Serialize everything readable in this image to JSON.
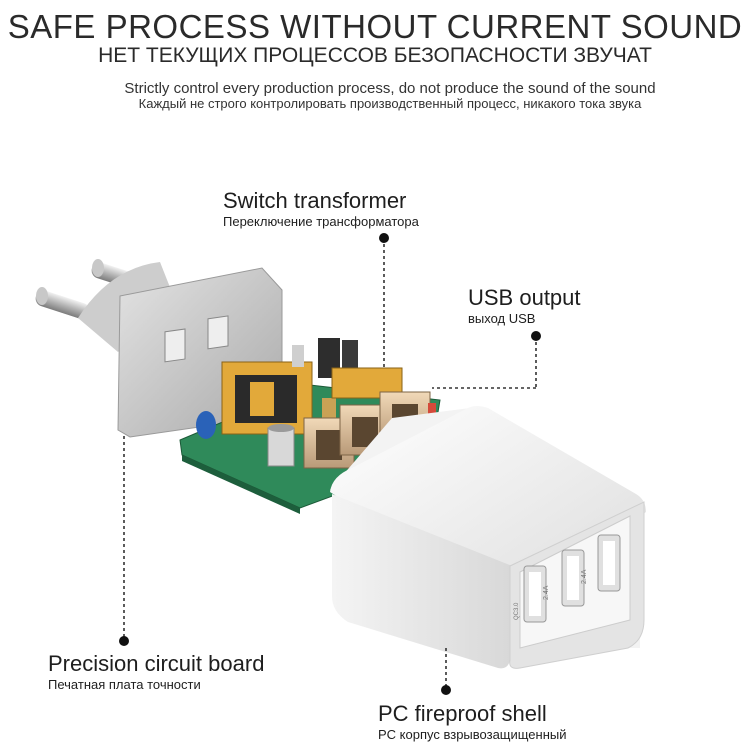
{
  "header": {
    "title": "SAFE PROCESS WITHOUT CURRENT SOUND",
    "title_ru": "НЕТ ТЕКУЩИХ ПРОЦЕССОВ БЕЗОПАСНОСТИ ЗВУЧАТ",
    "subtitle": "Strictly control every production process, do not produce the sound of the sound",
    "subtitle_ru": "Каждый не строго контролировать производственный процесс, никакого тока звука"
  },
  "callouts": {
    "switch_transformer": {
      "en": "Switch transformer",
      "ru": "Переключение трансформатора"
    },
    "usb_output": {
      "en": "USB output",
      "ru": "выход USB"
    },
    "circuit_board": {
      "en": "Precision circuit board",
      "ru": "Печатная плата точности"
    },
    "fireproof_shell": {
      "en": "PC fireproof shell",
      "ru": "PC корпус взрывозащищенный"
    }
  },
  "product": {
    "port_labels": [
      "QC3.0",
      "2.4A",
      "2.4A"
    ]
  }
}
